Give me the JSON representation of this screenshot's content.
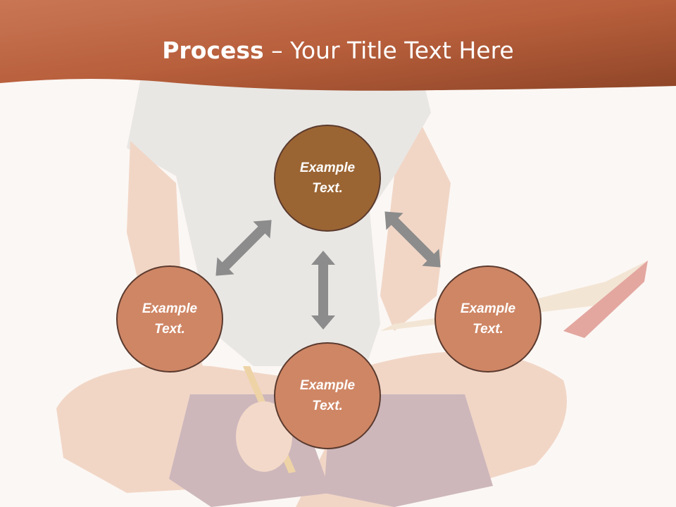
{
  "slide": {
    "title_bold": "Process",
    "title_rest": " – Your Title Text Here"
  },
  "nodes": {
    "top": "Example Text.",
    "left": "Example Text.",
    "right": "Example Text.",
    "bottom": "Example Text."
  },
  "colors": {
    "banner": "#b6603e",
    "node_primary": "#9b6533",
    "node_secondary": "#cf8665",
    "arrow": "#8c8c8c"
  }
}
